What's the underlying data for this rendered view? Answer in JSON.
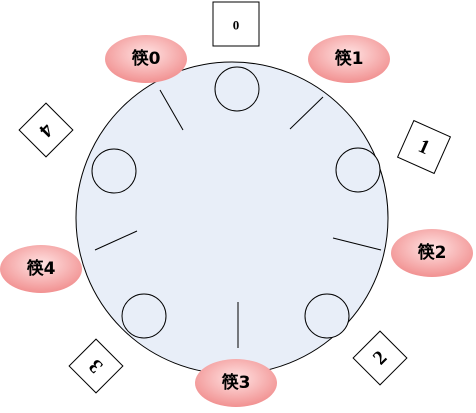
{
  "colors": {
    "table_fill": "#e8eef8",
    "stroke": "#000000",
    "chopstick_gradient_inner": "#ffe3e3",
    "chopstick_gradient_outer": "#f08a8a",
    "seat_fill": "#ffffff"
  },
  "seats": [
    {
      "label": "0"
    },
    {
      "label": "1"
    },
    {
      "label": "2"
    },
    {
      "label": "3"
    },
    {
      "label": "4"
    }
  ],
  "chopsticks": [
    {
      "label": "筷0"
    },
    {
      "label": "筷1"
    },
    {
      "label": "筷2"
    },
    {
      "label": "筷3"
    },
    {
      "label": "筷4"
    }
  ]
}
